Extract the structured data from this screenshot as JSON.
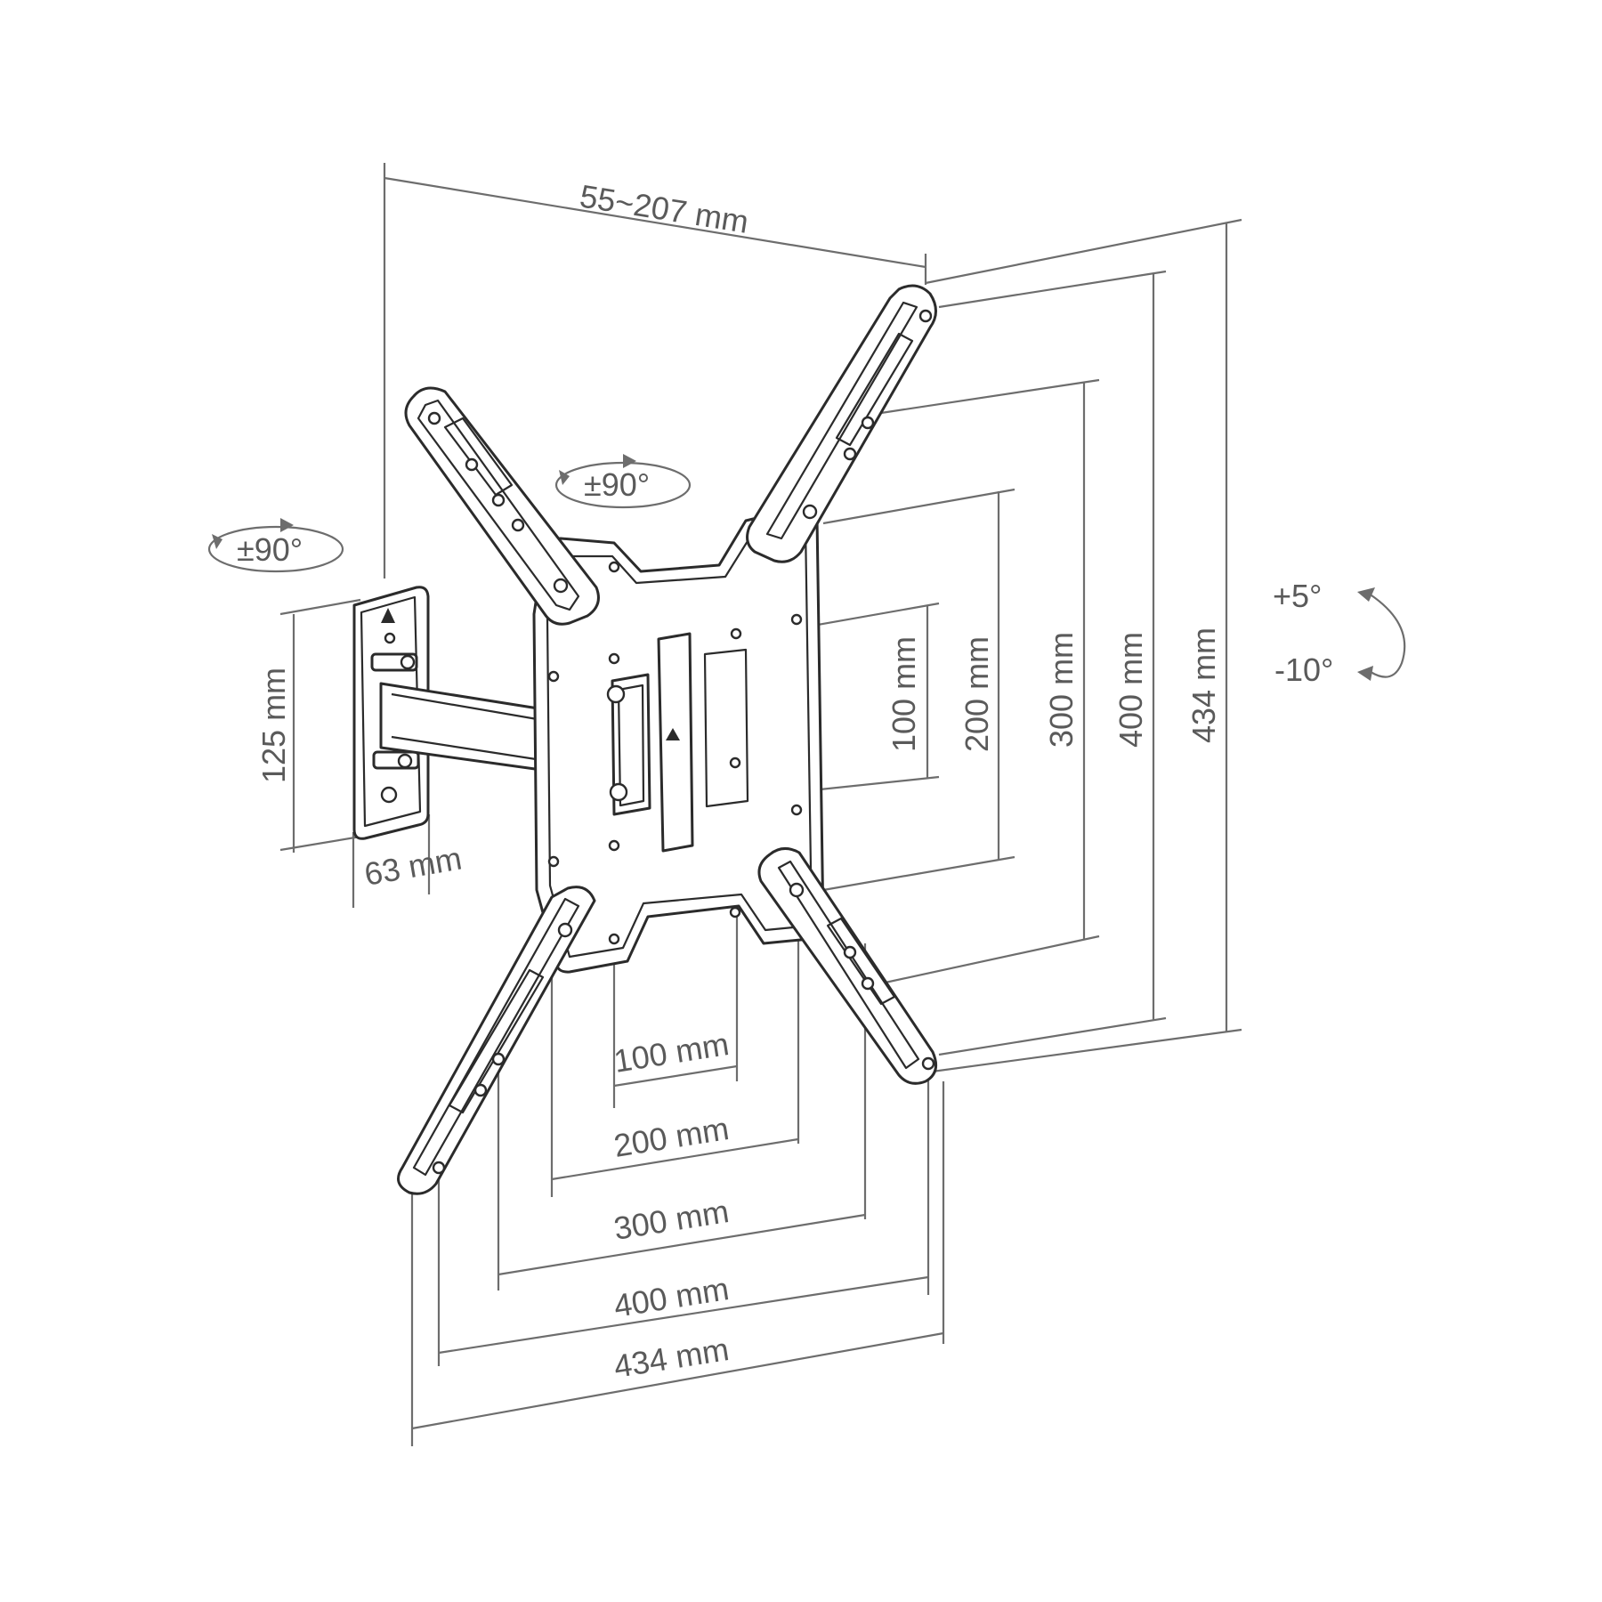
{
  "dimensions": {
    "depth": "55~207 mm",
    "wall_plate_height": "125 mm",
    "wall_plate_width": "63 mm",
    "vertical": [
      "100 mm",
      "200 mm",
      "300 mm",
      "400 mm",
      "434 mm"
    ],
    "horizontal": [
      "100 mm",
      "200 mm",
      "300 mm",
      "400 mm",
      "434 mm"
    ]
  },
  "rotation": {
    "swivel_top": "±90°",
    "swivel_side": "±90°"
  },
  "tilt": {
    "up": "+5°",
    "down": "-10°"
  },
  "colors": {
    "line": "#2b2b2b",
    "dimension": "#6d6d6d",
    "text": "#5a5a5a"
  }
}
